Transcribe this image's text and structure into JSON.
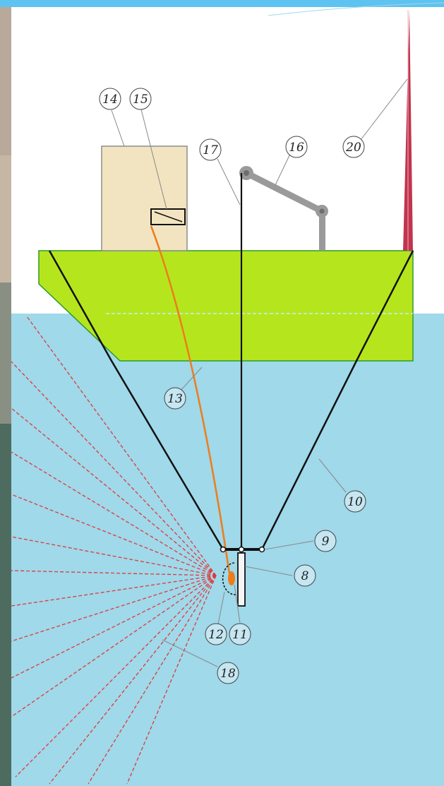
{
  "callouts": [
    {
      "id": "14",
      "label": "14"
    },
    {
      "id": "15",
      "label": "15"
    },
    {
      "id": "17",
      "label": "17"
    },
    {
      "id": "16",
      "label": "16"
    },
    {
      "id": "20",
      "label": "20"
    },
    {
      "id": "13",
      "label": "13"
    },
    {
      "id": "10",
      "label": "10"
    },
    {
      "id": "9",
      "label": "9"
    },
    {
      "id": "8",
      "label": "8"
    },
    {
      "id": "12",
      "label": "12"
    },
    {
      "id": "11",
      "label": "11"
    },
    {
      "id": "18",
      "label": "18"
    }
  ],
  "colors": {
    "water": "#9fd9ea",
    "hull": "#b5e61d",
    "hull_outline": "#2e9a2e",
    "cabin": "#f2e4c0",
    "crane": "#9a9a9a",
    "mast": "#c2344e",
    "cable": "#ef7c1b",
    "beam": "#e0393a",
    "top_strip": "#5ec3f0",
    "callout_fill": "#ffffff",
    "callout_fill_water": "#c6e6f1"
  }
}
